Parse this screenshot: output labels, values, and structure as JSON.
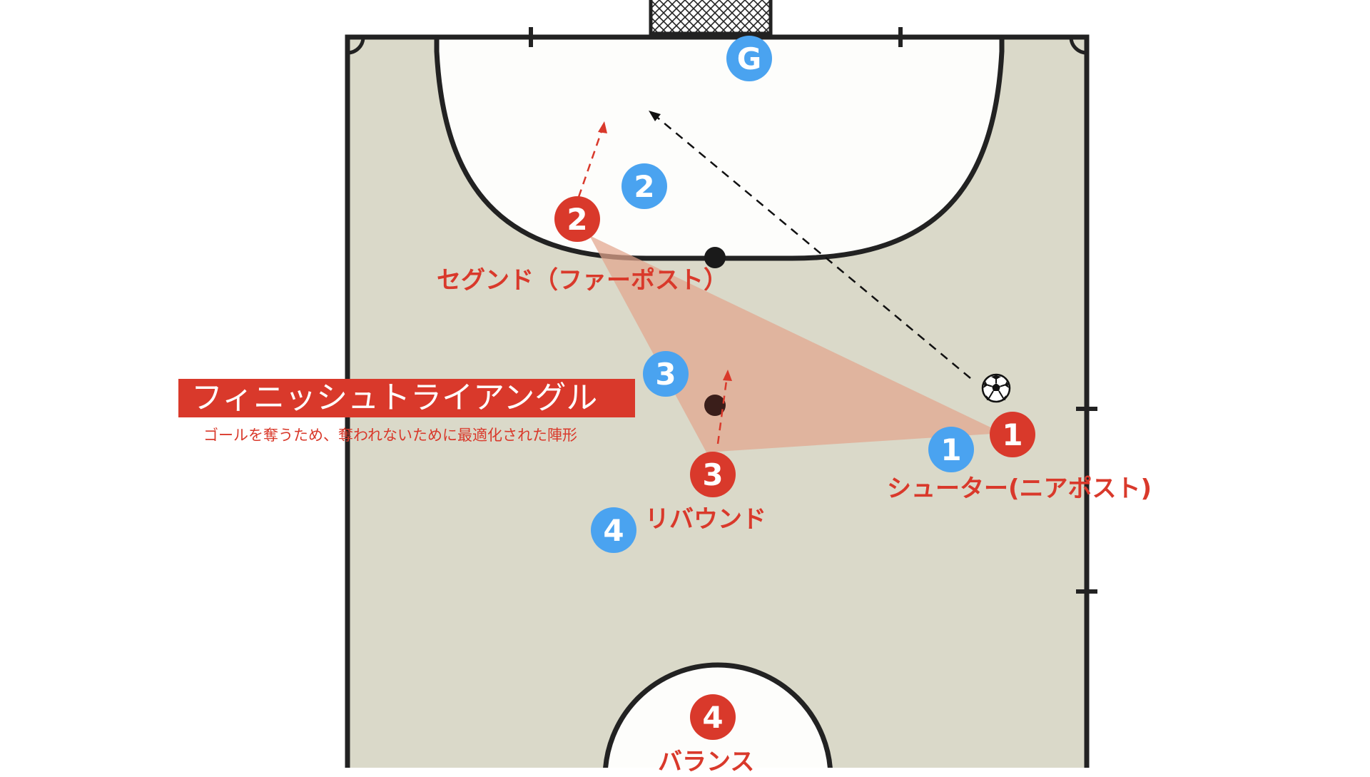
{
  "colors": {
    "court_fill": "#dad9c9",
    "line": "#222222",
    "area_fill": "#fdfdfb",
    "team_red": "#d9392b",
    "team_blue": "#4aa3f0",
    "triangle_fill": "#e2a58e"
  },
  "title": "フィニッシュトライアングル",
  "subtitle": "ゴールを奪うため、奪われないために最適化された陣形",
  "roles": {
    "second": "セグンド（ファーポスト）",
    "shooter": "シューター(ニアポスト)",
    "rebound": "リバウンド",
    "balance": "バランス"
  },
  "red_players": [
    "1",
    "2",
    "3",
    "4"
  ],
  "blue_players": {
    "goalkeeper": "G",
    "p1": "1",
    "p2": "2",
    "p3": "3",
    "p4": "4"
  },
  "icons": {
    "ball": "soccer-ball-icon"
  }
}
